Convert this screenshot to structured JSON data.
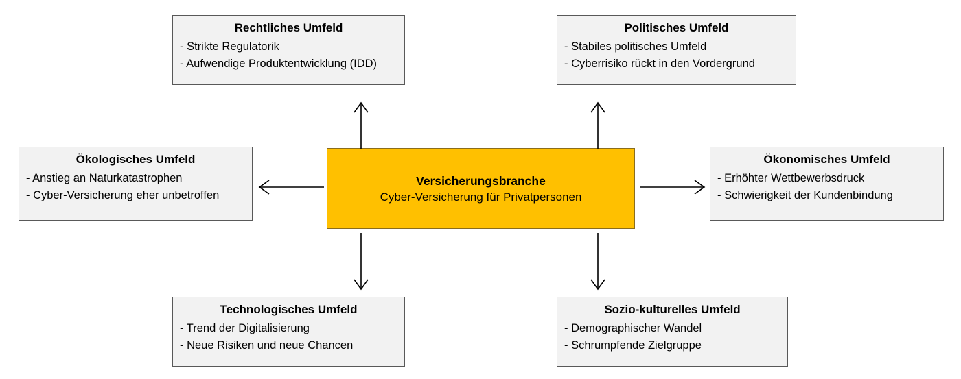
{
  "diagram": {
    "type": "pestel-environment-analysis",
    "center": {
      "title": "Versicherungsbranche",
      "subtitle": "Cyber-Versicherung für Privatpersonen",
      "fill_color": "#FFC000"
    },
    "node_fill_color": "#F2F2F2",
    "node_border_color": "#595959",
    "nodes": [
      {
        "id": "legal",
        "title": "Rechtliches Umfeld",
        "bullets": [
          "- Strikte Regulatorik",
          "- Aufwendige Produktentwicklung (IDD)"
        ]
      },
      {
        "id": "political",
        "title": "Politisches Umfeld",
        "bullets": [
          "- Stabiles politisches Umfeld",
          "- Cyberrisiko rückt in den Vordergrund"
        ]
      },
      {
        "id": "ecological",
        "title": "Ökologisches Umfeld",
        "bullets": [
          "- Anstieg an Naturkatastrophen",
          "- Cyber-Versicherung eher unbetroffen"
        ]
      },
      {
        "id": "economic",
        "title": "Ökonomisches Umfeld",
        "bullets": [
          "- Erhöhter Wettbewerbsdruck",
          "- Schwierigkeit der Kundenbindung"
        ]
      },
      {
        "id": "technological",
        "title": "Technologisches Umfeld",
        "bullets": [
          "- Trend der Digitalisierung",
          "- Neue Risiken und neue Chancen"
        ]
      },
      {
        "id": "sociocultural",
        "title": "Sozio-kulturelles Umfeld",
        "bullets": [
          "- Demographischer Wandel",
          "- Schrumpfende Zielgruppe"
        ]
      }
    ],
    "connectors": [
      {
        "id": "center-to-legal",
        "from": "center",
        "to": "legal",
        "direction": "up"
      },
      {
        "id": "center-to-political",
        "from": "center",
        "to": "political",
        "direction": "up"
      },
      {
        "id": "center-to-ecological",
        "from": "center",
        "to": "ecological",
        "direction": "left"
      },
      {
        "id": "center-to-economic",
        "from": "center",
        "to": "economic",
        "direction": "right"
      },
      {
        "id": "center-to-technological",
        "from": "center",
        "to": "technological",
        "direction": "down"
      },
      {
        "id": "center-to-sociocultural",
        "from": "center",
        "to": "sociocultural",
        "direction": "down"
      }
    ]
  }
}
